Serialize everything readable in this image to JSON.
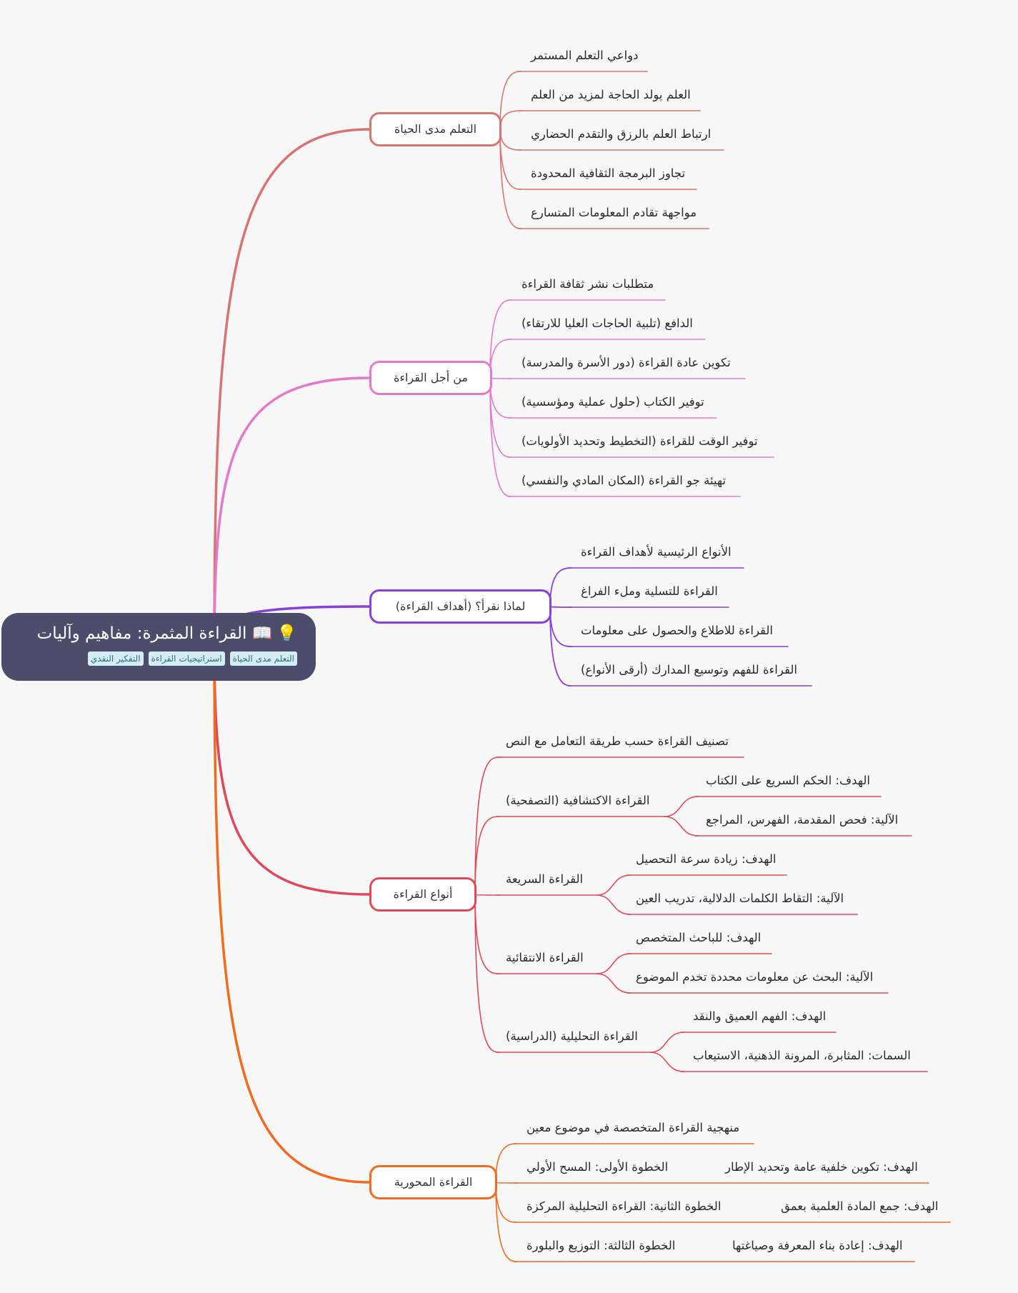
{
  "root": {
    "icons": [
      "light-bulb-icon",
      "open-book-icon"
    ],
    "title": "القراءة المثمرة: مفاهيم وآليات",
    "tags": [
      "التعلم مدى الحياة",
      "استراتيجيات القراءة",
      "التفكير النقدي"
    ]
  },
  "colors": {
    "b1": "#d97371",
    "b2": "#e678cc",
    "b3": "#8a3fd8",
    "b4": "#e0485a",
    "b5": "#f26a1f",
    "root_bg": "#4b4d6b",
    "tag_bg": "#d5ecf2"
  },
  "branches": [
    {
      "label": "التعلم مدى الحياة",
      "children": [
        {
          "label": "دواعي التعلم المستمر"
        },
        {
          "label": "العلم يولد الحاجة لمزيد من العلم"
        },
        {
          "label": "ارتباط العلم بالرزق والتقدم الحضاري"
        },
        {
          "label": "تجاوز البرمجة الثقافية المحدودة"
        },
        {
          "label": "مواجهة تقادم المعلومات المتسارع"
        }
      ]
    },
    {
      "label": "من أجل القراءة",
      "children": [
        {
          "label": "متطلبات نشر ثقافة القراءة"
        },
        {
          "label": "الدافع (تلبية الحاجات العليا للارتقاء)"
        },
        {
          "label": "تكوين عادة القراءة (دور الأسرة والمدرسة)"
        },
        {
          "label": "توفير الكتاب (حلول عملية ومؤسسية)"
        },
        {
          "label": "توفير الوقت للقراءة (التخطيط وتحديد الأولويات)"
        },
        {
          "label": "تهيئة جو القراءة (المكان المادي والنفسي)"
        }
      ]
    },
    {
      "label": "لماذا نقرأ؟ (أهداف القراءة)",
      "children": [
        {
          "label": "الأنواع الرئيسية لأهداف القراءة"
        },
        {
          "label": "القراءة للتسلية وملء الفراغ"
        },
        {
          "label": "القراءة للاطلاع والحصول على معلومات"
        },
        {
          "label": "القراءة للفهم وتوسيع المدارك (أرقى الأنواع)"
        }
      ]
    },
    {
      "label": "أنواع القراءة",
      "children": [
        {
          "label": "تصنيف القراءة حسب طريقة التعامل مع النص",
          "children": []
        },
        {
          "label": "القراءة الاكتشافية (التصفحية)",
          "children": [
            {
              "label": "الهدف: الحكم السريع على الكتاب"
            },
            {
              "label": "الآلية: فحص المقدمة، الفهرس، المراجع"
            }
          ]
        },
        {
          "label": "القراءة السريعة",
          "children": [
            {
              "label": "الهدف: زيادة سرعة التحصيل"
            },
            {
              "label": "الآلية: التقاط الكلمات الدلالية، تدريب العين"
            }
          ]
        },
        {
          "label": "القراءة الانتقائية",
          "children": [
            {
              "label": "الهدف: للباحث المتخصص"
            },
            {
              "label": "الآلية: البحث عن معلومات محددة تخدم الموضوع"
            }
          ]
        },
        {
          "label": "القراءة التحليلية (الدراسية)",
          "children": [
            {
              "label": "الهدف: الفهم العميق والنقد"
            },
            {
              "label": "السمات: المثابرة، المرونة الذهنية، الاستيعاب"
            }
          ]
        }
      ]
    },
    {
      "label": "القراءة المحورية",
      "children": [
        {
          "label": "منهجية القراءة المتخصصة في موضوع معين",
          "children": []
        },
        {
          "label": "الخطوة الأولى: المسح الأولي",
          "children": [
            {
              "label": "الهدف: تكوين خلفية عامة وتحديد الإطار"
            }
          ]
        },
        {
          "label": "الخطوة الثانية: القراءة التحليلية المركزة",
          "children": [
            {
              "label": "الهدف: جمع المادة العلمية بعمق"
            }
          ]
        },
        {
          "label": "الخطوة الثالثة: التوزيع والبلورة",
          "children": [
            {
              "label": "الهدف: إعادة بناء المعرفة وصياغتها"
            }
          ]
        }
      ]
    }
  ]
}
